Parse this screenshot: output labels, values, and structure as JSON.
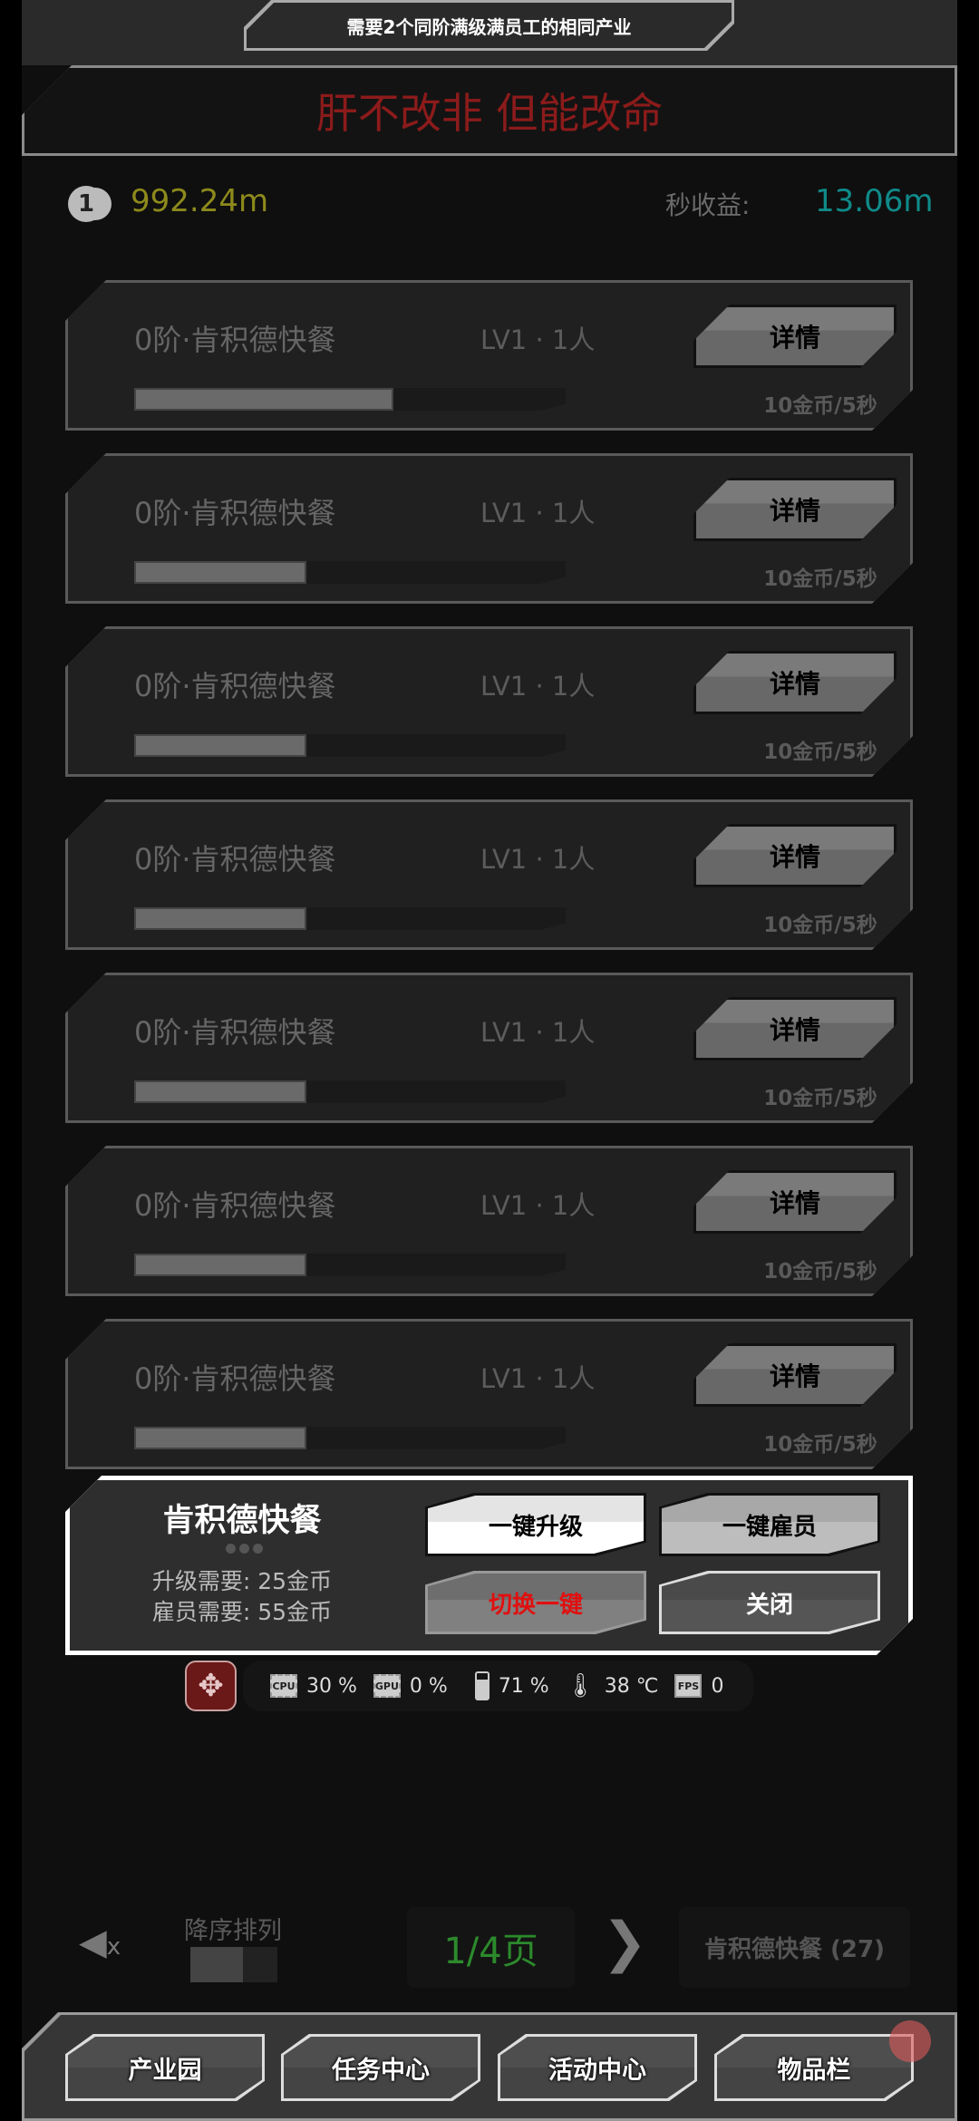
{
  "tooltip": "需要2个同阶满级满员工的相同产业",
  "banner": "肝不改非 但能改命",
  "coin_icon": "1",
  "gold": "992.24m",
  "income_label": "秒收益:",
  "income_value": "13.06m",
  "cards": [
    {
      "title": "0阶·肯积德快餐",
      "level": "LV1 · 1人",
      "detail": "详情",
      "rate": "10金币/5秒",
      "progress": 0.6
    },
    {
      "title": "0阶·肯积德快餐",
      "level": "LV1 · 1人",
      "detail": "详情",
      "rate": "10金币/5秒",
      "progress": 0.4
    },
    {
      "title": "0阶·肯积德快餐",
      "level": "LV1 · 1人",
      "detail": "详情",
      "rate": "10金币/5秒",
      "progress": 0.4
    },
    {
      "title": "0阶·肯积德快餐",
      "level": "LV1 · 1人",
      "detail": "详情",
      "rate": "10金币/5秒",
      "progress": 0.4
    },
    {
      "title": "0阶·肯积德快餐",
      "level": "LV1 · 1人",
      "detail": "详情",
      "rate": "10金币/5秒",
      "progress": 0.4
    },
    {
      "title": "0阶·肯积德快餐",
      "level": "LV1 · 1人",
      "detail": "详情",
      "rate": "10金币/5秒",
      "progress": 0.4
    },
    {
      "title": "0阶·肯积德快餐",
      "level": "LV1 · 1人",
      "detail": "详情",
      "rate": "10金币/5秒",
      "progress": 0.4
    }
  ],
  "modal": {
    "title": "肯积德快餐",
    "upgrade_cost": "升级需要:  25金币",
    "hire_cost": "雇员需要:  55金币",
    "buttons": {
      "upgrade": "一键升级",
      "hire": "一键雇员",
      "switch": "切换一键",
      "close": "关闭"
    }
  },
  "monitor": {
    "cpu_label": "CPU",
    "cpu": "30 %",
    "gpu_label": "GPU",
    "gpu": "0 %",
    "battery": "71 %",
    "temp": "38 ℃",
    "fps_label": "FPS",
    "fps": "0"
  },
  "controls": {
    "sort_label": "降序排列",
    "page": "1/4页",
    "industry": "肯积德快餐 (27)",
    "mute_x": "x"
  },
  "nav": [
    "产业园",
    "任务中心",
    "活动中心",
    "物品栏"
  ]
}
